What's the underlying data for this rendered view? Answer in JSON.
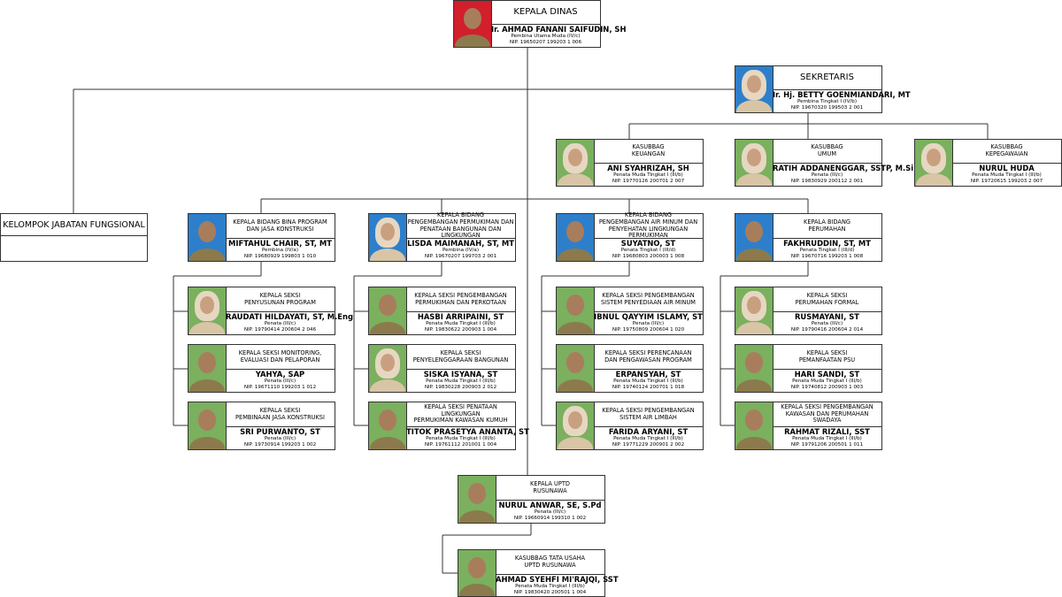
{
  "colors": {
    "line": "#333333",
    "skin": "#a87d5c",
    "uniform": "#8c7a4c",
    "bg_red": "#d11f2c",
    "bg_blue": "#2d7fcb",
    "bg_green": "#7ab05e"
  },
  "units": [
    {
      "role": [
        "KEPALA DINAS"
      ],
      "name": "Ir. AHMAD FANANI SAIFUDIN, SH",
      "rank": "Pembina Utama Muda (IV/c)",
      "nip": "NIP. 19650207 199203 1 006",
      "photo": "male-red"
    },
    {
      "role": [
        "SEKRETARIS"
      ],
      "name": "Ir. Hj. BETTY GOENMIANDARI, MT",
      "rank": "Pembina Tingkat I (IV/b)",
      "nip": "NIP. 19670320 199503 2 001",
      "photo": "female-blue"
    },
    {
      "role": [
        "KASUBBAG",
        "KEUANGAN"
      ],
      "name": "ANI SYAHRIZAH, SH",
      "rank": "Penata Muda Tingkat I (III/b)",
      "nip": "NIP. 19770126 200701 2 007",
      "photo": "female-green"
    },
    {
      "role": [
        "KASUBBAG",
        "UMUM"
      ],
      "name": "RATIH ADDANENGGAR, SSTP, M.Si",
      "rank": "Penata (III/c)",
      "nip": "NIP. 19830929 200112 2 001",
      "photo": "female-green"
    },
    {
      "role": [
        "KASUBBAG",
        "KEPEGAWAIAN"
      ],
      "name": "NURUL HUDA",
      "rank": "Penata Muda Tingkat I (III/b)",
      "nip": "NIP. 19720615 199203 2 007",
      "photo": "female-green"
    },
    {
      "role": [
        "KEPALA BIDANG BINA PROGRAM",
        "DAN JASA KONSTRUKSI"
      ],
      "name": "MIFTAHUL CHAIR, ST, MT",
      "rank": "Pembina (IV/a)",
      "nip": "NIP. 19680929 199803 1 010",
      "photo": "male-blue"
    },
    {
      "role": [
        "KEPALA BIDANG",
        "PENGEMBANGAN PERMUKIMAN DAN",
        "PENATAAN BANGUNAN DAN LINGKUNGAN"
      ],
      "name": "LISDA MAIMANAH, ST, MT",
      "rank": "Pembina (IV/a)",
      "nip": "NIP. 19670207 199703 2 001",
      "photo": "female-blue"
    },
    {
      "role": [
        "KEPALA BIDANG",
        "PENGEMBANGAN AIR MINUM DAN",
        "PENYEHATAN LINGKUNGAN PERMUKIMAN"
      ],
      "name": "SUYATNO, ST",
      "rank": "Penata Tingkat I (III/d)",
      "nip": "NIP. 19680803 200003 1 008",
      "photo": "male-blue"
    },
    {
      "role": [
        "KEPALA BIDANG",
        "PERUMAHAN"
      ],
      "name": "FAKHRUDDIN, ST, MT",
      "rank": "Penata Tingkat I (III/d)",
      "nip": "NIP. 19670716 199203 1 008",
      "photo": "male-blue"
    },
    {
      "role": [
        "KEPALA SEKSI",
        "PENYUSUNAN PROGRAM"
      ],
      "name": "RAUDATI HILDAYATI, ST, M.Eng",
      "rank": "Penata (III/c)",
      "nip": "NIP. 19790414 200604 2 046",
      "photo": "female-green"
    },
    {
      "role": [
        "KEPALA SEKSI MONITORING,",
        "EVALUASI DAN PELAPORAN"
      ],
      "name": "YAHYA, SAP",
      "rank": "Penata (III/c)",
      "nip": "NIP. 19671110 199203 1 012",
      "photo": "male-green"
    },
    {
      "role": [
        "KEPALA SEKSI",
        "PEMBINAAN JASA KONSTRUKSI"
      ],
      "name": "SRI PURWANTO, ST",
      "rank": "Penata (III/c)",
      "nip": "NIP. 19730914 199203 1 002",
      "photo": "male-green"
    },
    {
      "role": [
        "KEPALA SEKSI PENGEMBANGAN",
        "PERMUKIMAN DAN PERKOTAAN"
      ],
      "name": "HASBI ARRIPAINI, ST",
      "rank": "Penata Muda Tingkat I (III/b)",
      "nip": "NIP. 19830622 200903 1 004",
      "photo": "male-green"
    },
    {
      "role": [
        "KEPALA SEKSI",
        "PENYELENGGARAAN BANGUNAN"
      ],
      "name": "SISKA ISYANA, ST",
      "rank": "Penata Muda Tingkat I (III/b)",
      "nip": "NIP. 19830228 200903 2 012",
      "photo": "female-green"
    },
    {
      "role": [
        "KEPALA SEKSI PENATAAN LINGKUNGAN",
        "PERMUKIMAN KAWASAN KUMUH"
      ],
      "name": "TITOK PRASETYA ANANTA, ST",
      "rank": "Penata Muda Tingkat I (III/b)",
      "nip": "NIP. 19761112 201001 1 004",
      "photo": "male-green"
    },
    {
      "role": [
        "KEPALA SEKSI PENGEMBANGAN",
        "SISTEM PENYEDIAAN AIR MINUM"
      ],
      "name": "IBNUL QAYYIM ISLAMY, ST",
      "rank": "Penata (III/c)",
      "nip": "NIP. 19750809 200604 1 020",
      "photo": "male-green"
    },
    {
      "role": [
        "KEPALA SEKSI PERENCANAAN",
        "DAN PENGAWASAN PROGRAM"
      ],
      "name": "ERPANSYAH, ST",
      "rank": "Penata Muda Tingkat I (III/b)",
      "nip": "NIP. 19740124 200701 1 018",
      "photo": "male-green"
    },
    {
      "role": [
        "KEPALA SEKSI PENGEMBANGAN",
        "SISTEM AIR LIMBAH"
      ],
      "name": "FARIDA ARYANI, ST",
      "rank": "Penata Muda Tingkat I (III/b)",
      "nip": "NIP. 19771229 200901 2 002",
      "photo": "female-green"
    },
    {
      "role": [
        "KEPALA SEKSI",
        "PERUMAHAN FORMAL"
      ],
      "name": "RUSMAYANI, ST",
      "rank": "Penata (III/c)",
      "nip": "NIP. 19790416 200604 2 014",
      "photo": "female-green"
    },
    {
      "role": [
        "KEPALA SEKSI",
        "PEMANFAATAN PSU"
      ],
      "name": "HARI SANDI, ST",
      "rank": "Penata Muda Tingkat I (III/b)",
      "nip": "NIP. 19740812 200903 1 003",
      "photo": "male-green"
    },
    {
      "role": [
        "KEPALA SEKSI PENGEMBANGAN",
        "KAWASAN DAN PERUMAHAN SWADAYA"
      ],
      "name": "RAHMAT RIZALI, SST",
      "rank": "Penata Muda Tingkat I (III/b)",
      "nip": "NIP. 19791206 200501 1 011",
      "photo": "male-green"
    },
    {
      "role": [
        "KEPALA UPTD",
        "RUSUNAWA"
      ],
      "name": "NURUL ANWAR, SE, S.Pd",
      "rank": "Penata (III/c)",
      "nip": "NIP. 19660914 199310 1 002",
      "photo": "male-green"
    },
    {
      "role": [
        "KASUBBAG TATA USAHA",
        "UPTD RUSUNAWA"
      ],
      "name": "AHMAD SYEHFI MI'RAJQI, SST",
      "rank": "Penata Muda Tingkat I (III/b)",
      "nip": "NIP. 19830420 200501 1 004",
      "photo": "male-green"
    }
  ],
  "functional_group": {
    "label": "KELOMPOK JABATAN FUNGSIONAL"
  }
}
